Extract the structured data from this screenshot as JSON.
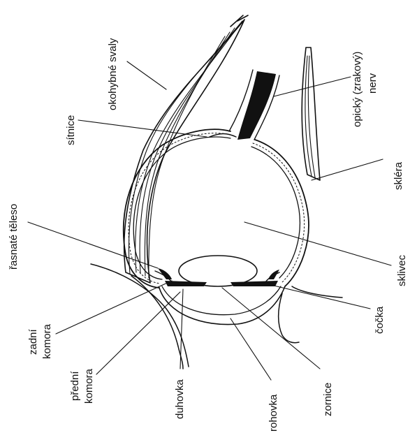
{
  "diagram": {
    "labels": {
      "okohybne_svaly": "okohybné svaly",
      "sitnice": "sítnice",
      "opticky_nerv_1": "opický (zrakový)",
      "opticky_nerv_2": "nerv",
      "sklera": "skléra",
      "rasnate_teleso": "řasnaté těleso",
      "sklivec": "sklivec",
      "zadni_komora_1": "zadní",
      "zadni_komora_2": "komora",
      "cocka": "čočka",
      "predni_komora_1": "přední",
      "predni_komora_2": "komora",
      "duhovka": "duhovka",
      "rohovka": "rohovka",
      "zornice": "zornice"
    },
    "colors": {
      "ink": "#111111",
      "background": "#ffffff"
    }
  }
}
